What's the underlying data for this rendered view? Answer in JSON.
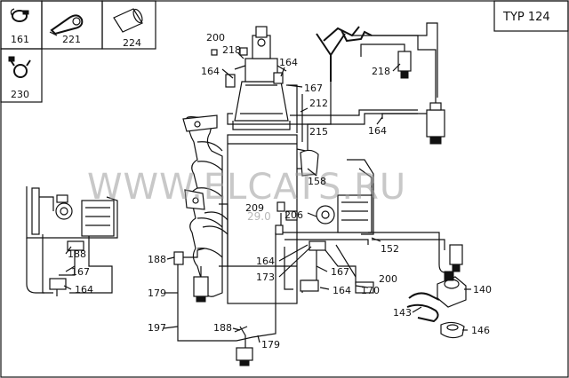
{
  "diagram": {
    "type_label": "TYP 124",
    "watermark": "WWW.ELCATS.RU",
    "watermark_note": "29.0",
    "legend_parts": [
      {
        "id": "161",
        "icon": "hose-clamp-icon"
      },
      {
        "id": "221",
        "icon": "cable-clip-icon"
      },
      {
        "id": "224",
        "icon": "hose-sleeve-icon"
      },
      {
        "id": "230",
        "icon": "spring-clamp-icon"
      }
    ],
    "callouts": {
      "c200_top": "200",
      "c218_top": "218",
      "c164_top_left": "164",
      "c164_top_mid": "164",
      "c167_top": "167",
      "c212": "212",
      "c215": "215",
      "c218_right": "218",
      "c164_right": "164",
      "c158": "158",
      "c209": "209",
      "c206": "206",
      "c152": "152",
      "c164_center": "164",
      "c173": "173",
      "c167_center": "167",
      "c200_center": "200",
      "c170": "170",
      "c164_center_low": "164",
      "c140": "140",
      "c143": "143",
      "c146": "146",
      "c188_left": "188",
      "c167_left": "167",
      "c164_left": "164",
      "c188_mid": "188",
      "c179_mid": "179",
      "c197": "197",
      "c188_low": "188",
      "c179_low": "179"
    }
  }
}
